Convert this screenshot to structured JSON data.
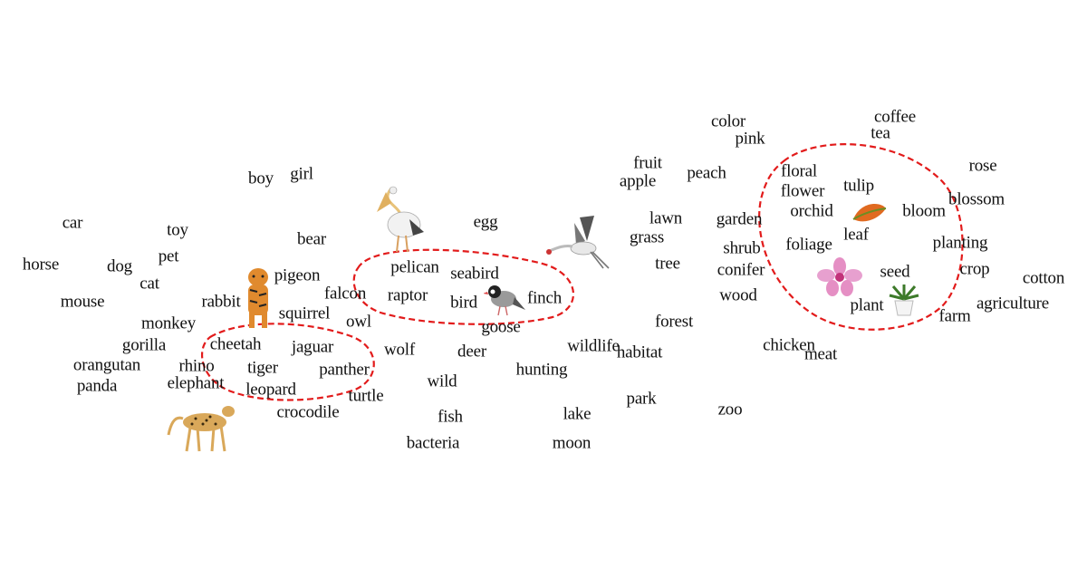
{
  "words": {
    "coffee": "coffee",
    "tea": "tea",
    "color": "color",
    "pink": "pink",
    "rose": "rose",
    "fruit": "fruit",
    "apple": "apple",
    "peach": "peach",
    "floral": "floral",
    "flower": "flower",
    "tulip": "tulip",
    "blossom": "blossom",
    "orchid": "orchid",
    "bloom": "bloom",
    "lawn": "lawn",
    "garden": "garden",
    "grass": "grass",
    "leaf": "leaf",
    "shrub": "shrub",
    "foliage": "foliage",
    "planting": "planting",
    "tree": "tree",
    "conifer": "conifer",
    "seed": "seed",
    "crop": "crop",
    "cotton": "cotton",
    "wood": "wood",
    "plant": "plant",
    "agriculture": "agriculture",
    "farm": "farm",
    "forest": "forest",
    "chicken": "chicken",
    "meat": "meat",
    "wildlife": "wildlife",
    "habitat": "habitat",
    "hunting": "hunting",
    "park": "park",
    "zoo": "zoo",
    "lake": "lake",
    "moon": "moon",
    "egg": "egg",
    "pelican": "pelican",
    "seabird": "seabird",
    "raptor": "raptor",
    "bird": "bird",
    "finch": "finch",
    "goose": "goose",
    "deer": "deer",
    "wolf": "wolf",
    "wild": "wild",
    "fish": "fish",
    "bacteria": "bacteria",
    "boy": "boy",
    "girl": "girl",
    "car": "car",
    "toy": "toy",
    "bear": "bear",
    "horse": "horse",
    "dog": "dog",
    "pet": "pet",
    "cat": "cat",
    "pigeon": "pigeon",
    "mouse": "mouse",
    "rabbit": "rabbit",
    "falcon": "falcon",
    "squirrel": "squirrel",
    "owl": "owl",
    "monkey": "monkey",
    "gorilla": "gorilla",
    "cheetah": "cheetah",
    "jaguar": "jaguar",
    "orangutan": "orangutan",
    "rhino": "rhino",
    "tiger": "tiger",
    "panther": "panther",
    "panda": "panda",
    "elephant": "elephant",
    "leopard": "leopard",
    "turtle": "turtle",
    "crocodile": "crocodile"
  },
  "style": {
    "cluster_color": "#e21b1b",
    "text_color": "#111111"
  },
  "icons": [
    "pelican-icon",
    "crane-icon",
    "tiger-icon",
    "cheetah-icon",
    "sparrow-icon",
    "leaf-icon",
    "orchid-icon",
    "potted-plant-icon"
  ]
}
